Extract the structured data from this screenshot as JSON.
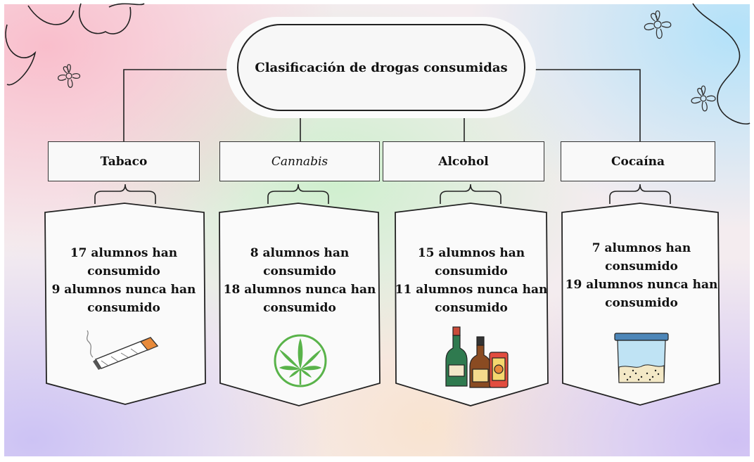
{
  "title": "Clasificación de drogas consumidas",
  "categories": [
    {
      "name": "Tabaco",
      "italic": false,
      "consumed": "17 alumnos han consumido",
      "never": "9 alumnos nunca han consumido",
      "icon": "cigarette-icon"
    },
    {
      "name": "Cannabis",
      "italic": true,
      "consumed": "8 alumnos han consumido",
      "never": "18 alumnos nunca han consumido",
      "icon": "cannabis-leaf-icon"
    },
    {
      "name": "Alcohol",
      "italic": false,
      "consumed": "15 alumnos han consumido",
      "never": "11 alumnos nunca han consumido",
      "icon": "bottles-icon"
    },
    {
      "name": "Cocaína",
      "italic": false,
      "consumed": "7 alumnos han consumido",
      "never": "19 alumnos nunca han consumido",
      "icon": "powder-bag-icon"
    }
  ],
  "colors": {
    "leaf_green": "#59b34a",
    "cigarette_orange": "#e88a3a",
    "line": "#222222"
  }
}
